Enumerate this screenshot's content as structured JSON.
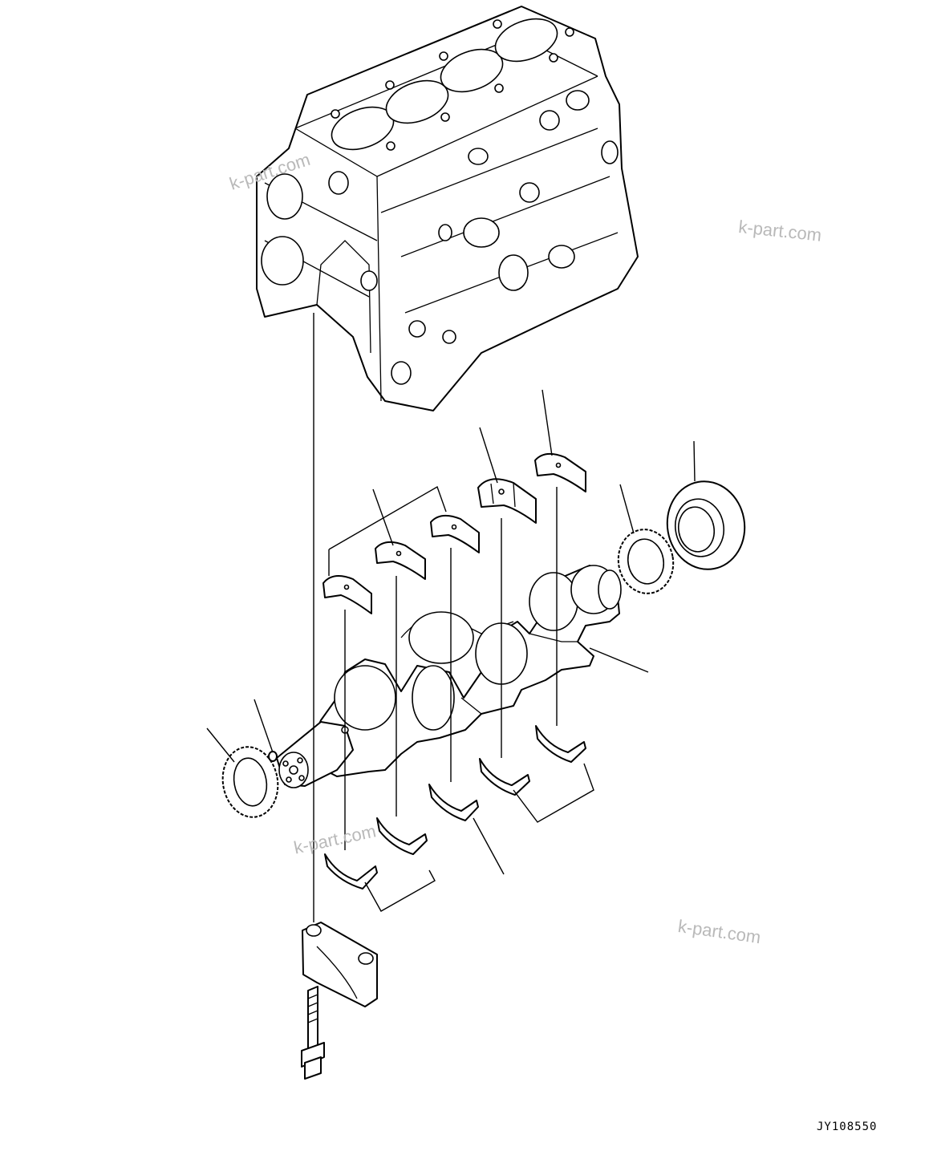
{
  "drawing_code": "JY108550",
  "watermark_text": "k-part.com",
  "parts": [
    "cylinder-block",
    "crankshaft",
    "crankshaft-gear-front",
    "crankshaft-gear-rear",
    "rear-seal",
    "pin",
    "upper-main-bearings",
    "lower-main-bearings",
    "thrust-bearing",
    "main-bearing-cap",
    "cap-bolt"
  ],
  "colors": {
    "line": "#000000",
    "background": "#ffffff",
    "watermark": "#b9b9b9"
  }
}
